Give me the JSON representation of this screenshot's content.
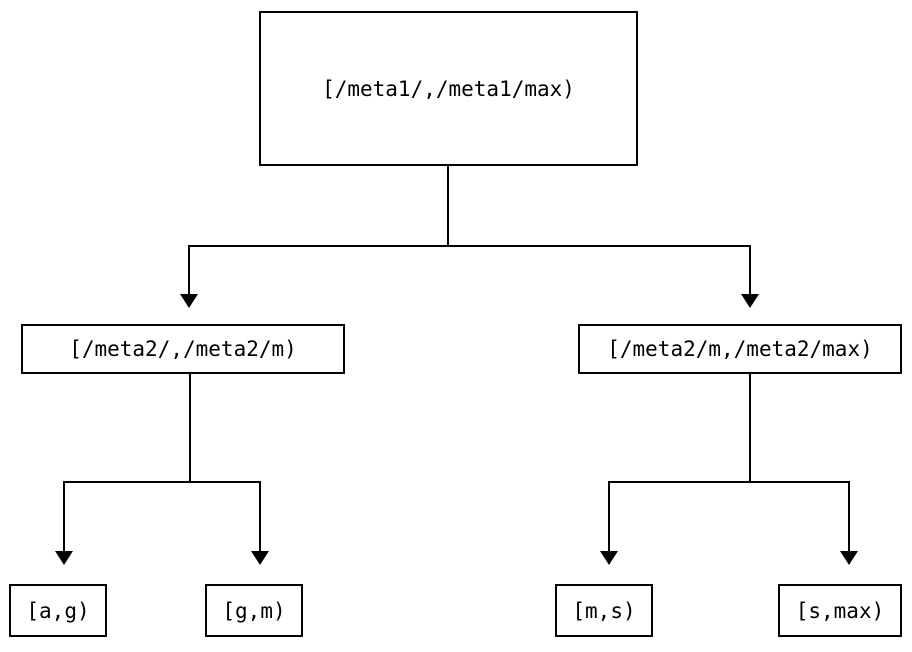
{
  "diagram": {
    "type": "tree",
    "title": "",
    "node_border_color": "#000000",
    "background_color": "#ffffff",
    "text_color": "#000000",
    "levels": 3,
    "root": {
      "label": "[/meta1/,/meta1/max)"
    },
    "middle": [
      {
        "label": "[/meta2/,/meta2/m)"
      },
      {
        "label": "[/meta2/m,/meta2/max)"
      }
    ],
    "leaves": [
      {
        "label": "[a,g)"
      },
      {
        "label": "[g,m)"
      },
      {
        "label": "[m,s)"
      },
      {
        "label": "[s,max)"
      }
    ],
    "edges": [
      {
        "from": "root",
        "to": "middle-0",
        "arrow": "down"
      },
      {
        "from": "root",
        "to": "middle-1",
        "arrow": "down"
      },
      {
        "from": "middle-0",
        "to": "leaf-0",
        "arrow": "down"
      },
      {
        "from": "middle-0",
        "to": "leaf-1",
        "arrow": "down"
      },
      {
        "from": "middle-1",
        "to": "leaf-2",
        "arrow": "down"
      },
      {
        "from": "middle-1",
        "to": "leaf-3",
        "arrow": "down"
      }
    ]
  }
}
